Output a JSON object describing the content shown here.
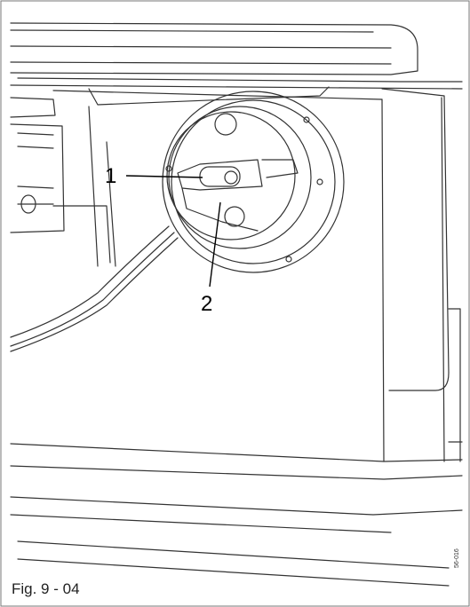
{
  "figure": {
    "caption": "Fig. 9 - 04",
    "code": "56-016",
    "callouts": [
      "1",
      "2"
    ]
  }
}
